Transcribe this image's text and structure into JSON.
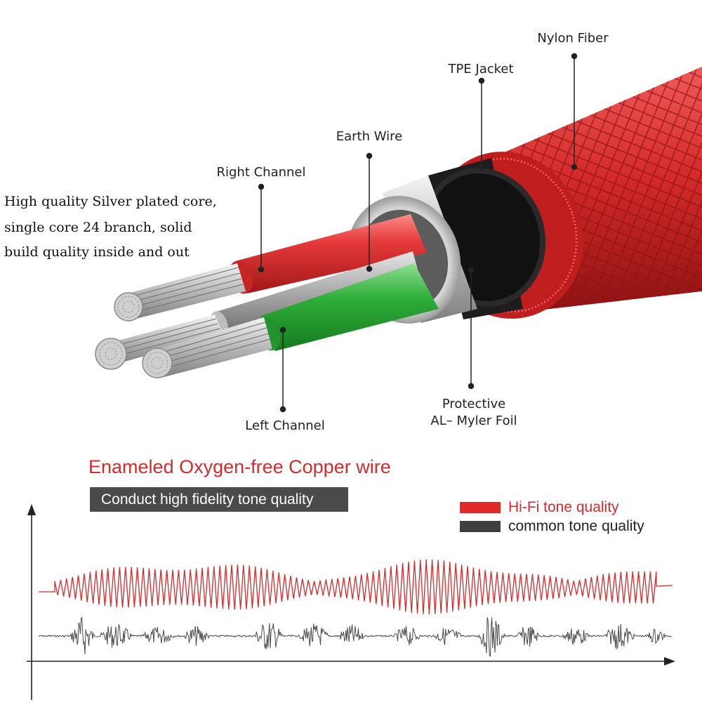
{
  "labels": {
    "nylon_fiber": "Nylon Fiber",
    "tpe_jacket": "TPE Jacket",
    "earth_wire": "Earth Wire",
    "right_channel": "Right Channel",
    "left_channel": "Left Channel",
    "protective_line1": "Protective",
    "protective_line2": "AL– Myler Foil"
  },
  "note": {
    "line1": "High quality Silver plated core,",
    "line2": "single core 24 branch, solid",
    "line3": "build quality inside and out"
  },
  "copper": {
    "title": "Enameled Oxygen-free Copper wire",
    "subtitle": "Conduct high fidelity tone quality"
  },
  "legend": {
    "hifi": "Hi-Fi tone quality",
    "common": "common tone quality"
  },
  "colors": {
    "jacket_red": "#d42a2a",
    "right_red": "#e53a3a",
    "left_green": "#2fae3a",
    "earth_gray": "#9a9a9a",
    "foil_silver": "#c9c9c9",
    "hifi_wave": "#d42c2c",
    "common_wave": "#4a4a4a",
    "title_red": "#d42c2c",
    "bar_dark": "#4a4a4a"
  }
}
